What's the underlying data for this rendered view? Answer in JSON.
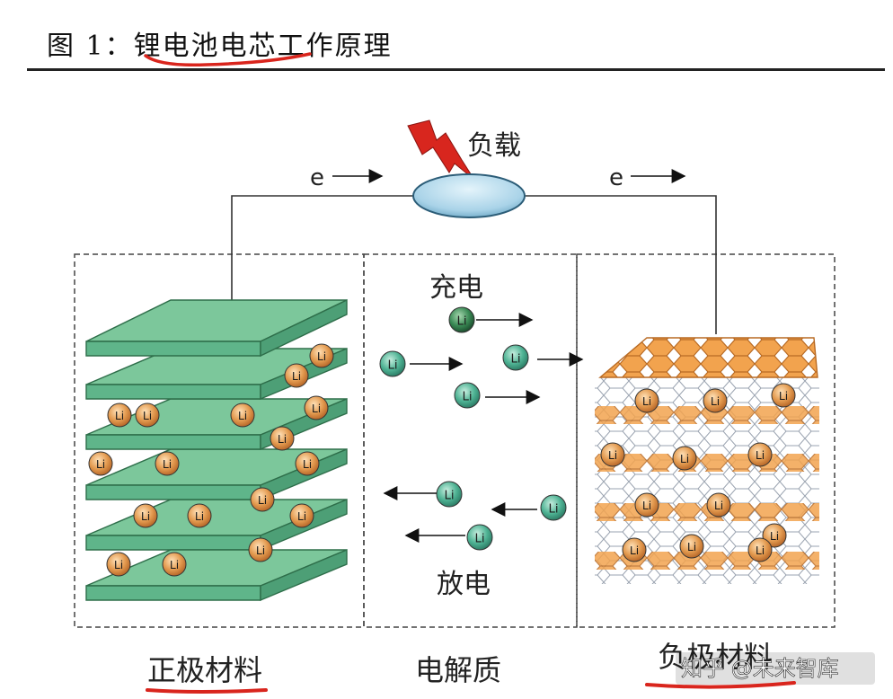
{
  "figure": {
    "title": "图 1：锂电池电芯工作原理"
  },
  "labels": {
    "load": "负载",
    "electron_left": "e",
    "electron_right": "e",
    "charge": "充电",
    "discharge": "放电",
    "cathode": "正极材料",
    "electrolyte": "电解质",
    "anode": "负极材料",
    "ion": "Li"
  },
  "watermark": "知乎 @未来智库",
  "colors": {
    "cathode_green": "#5fb58a",
    "cathode_top": "#7cc79b",
    "ion_orange": "#e39a4f",
    "ion_green": "#4fb394",
    "anode_orange": "#f2a34e",
    "load_blue": "#a9d3e8",
    "lightning_red": "#d8261e",
    "annotation_red": "#d9251d"
  }
}
